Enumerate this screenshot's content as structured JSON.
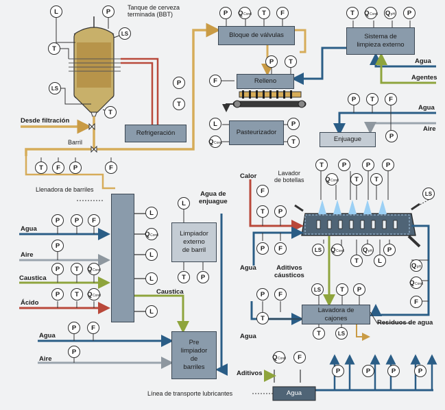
{
  "colors": {
    "water_pipe": "#2a5d86",
    "air_pipe": "#9aa4ad",
    "caustic_pipe": "#9cb34a",
    "beer_pipe": "#d6ac59",
    "return_pipe": "#b9483a",
    "equipment": "#8a9bab"
  },
  "labels": {
    "tanque": "Tanque de cerveza\nterminada (BBT)",
    "desde_filtracion": "Desde filtración",
    "barril": "Barril",
    "llenadora": "Llenadora de barriles",
    "agua1": "Agua",
    "aire1": "Aire",
    "caustica1": "Caustica",
    "acido": "Ácido",
    "agua2": "Agua",
    "aire2": "Aire",
    "agua_enjuague": "Agua de\nenjuague",
    "caustica2": "Caustica",
    "agua_tr1": "Agua",
    "agentes": "Agentes",
    "agua_tr2": "Agua",
    "aire_tr": "Aire",
    "calor": "Calor",
    "lavador_botellas": "Lavador\nde botellas",
    "agua_mid": "Agua",
    "aditivos_causticos": "Aditivos\ncáusticos",
    "agua_bot": "Agua",
    "residuos": "Residuos de agua",
    "aditivos": "Aditivos",
    "linea_transporte": "Línea de transporte lubricantes"
  },
  "equipment": {
    "bloque": "Bloque de válvulas",
    "sistema": "Sistema de\nlimpieza externo",
    "relleno": "Relleno",
    "refrigeracion": "Refrigeración",
    "pasteurizador": "Pasteurizador",
    "enjuague": "Enjuague",
    "limpiador_barril": "Limpiador\nexterno\nde barril",
    "pre_limpiador": "Pre\nlimpiador\nde\nbarriles",
    "lavadora_cajones": "Lavadora de\ncajones",
    "agua_tank": "Agua"
  },
  "sensor_letters": {
    "L": "L",
    "P": "P",
    "T": "T",
    "F": "F",
    "LS": "LS",
    "Q": "Q",
    "cond": "Cond",
    "ph": "pH"
  }
}
